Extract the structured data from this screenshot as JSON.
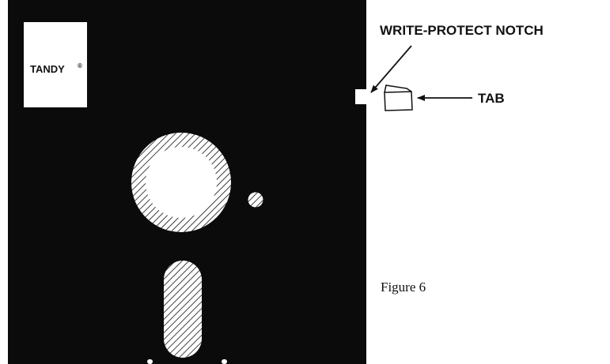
{
  "diagram": {
    "label_brand": "TANDY",
    "label_brand_mark": "®",
    "callout_notch": "WRITE-PROTECT NOTCH",
    "callout_tab": "TAB",
    "caption": "Figure 6"
  },
  "colors": {
    "disk_body": "#0b0b0b",
    "label_paper": "#ffffff",
    "line": "#111111",
    "background": "#ffffff"
  }
}
